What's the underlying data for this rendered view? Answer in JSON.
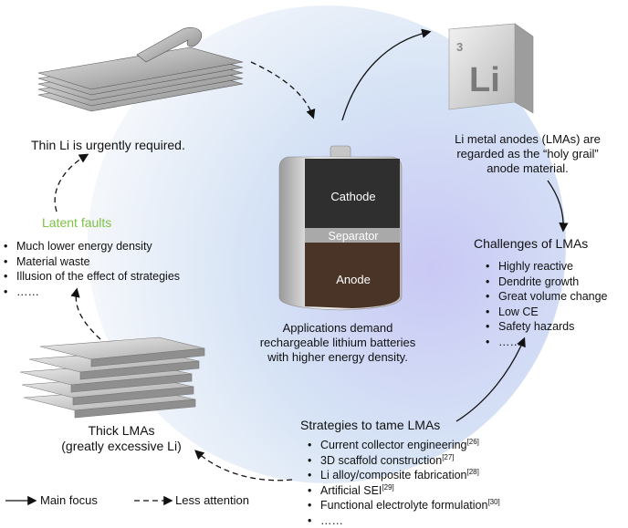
{
  "li_cube": {
    "number": "3",
    "symbol": "Li"
  },
  "battery": {
    "cathode": "Cathode",
    "separator": "Separator",
    "anode": "Anode"
  },
  "thin_li_text": "Thin Li is urgently required.",
  "lma_holy_grail": [
    "Li metal anodes (LMAs) are",
    "regarded as the “holy grail”",
    "anode material."
  ],
  "applications": [
    "Applications demand",
    "rechargeable lithium batteries",
    "with higher energy density."
  ],
  "latent_faults": {
    "title": "Latent faults",
    "title_color": "#7dc243",
    "items": [
      "Much lower energy density",
      "Material waste",
      "Illusion of the effect of strategies",
      "……"
    ]
  },
  "challenges": {
    "title": "Challenges of LMAs",
    "items": [
      "Highly reactive",
      "Dendrite growth",
      "Great volume change",
      "Low CE",
      "Safety hazards",
      "……"
    ]
  },
  "strategies": {
    "title": "Strategies to tame LMAs",
    "items": [
      {
        "text": "Current collector engineering",
        "ref": "[26]"
      },
      {
        "text": "3D scaffold construction",
        "ref": "[27]"
      },
      {
        "text": "Li alloy/composite fabrication",
        "ref": "[28]"
      },
      {
        "text": "Artificial SEI",
        "ref": "[29]"
      },
      {
        "text": "Functional electrolyte formulation",
        "ref": "[30]"
      },
      {
        "text": "……",
        "ref": ""
      }
    ]
  },
  "thick_lmas": [
    "Thick LMAs",
    "(greatly excessive Li)"
  ],
  "legend": {
    "main": "Main focus",
    "less": "Less attention"
  }
}
